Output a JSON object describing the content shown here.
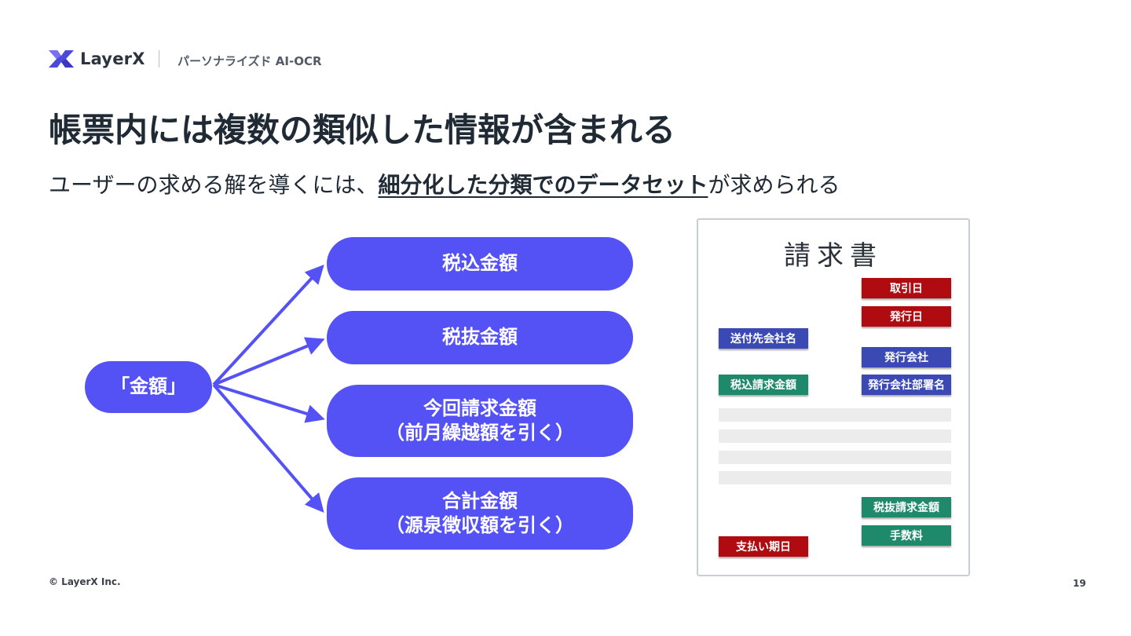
{
  "header": {
    "logo_text": "LayerX",
    "product_name": "パーソナライズド AI-OCR"
  },
  "slide": {
    "title": "帳票内には複数の類似した情報が含まれる",
    "subtitle_prefix": "ユーザーの求める解を導くには、",
    "subtitle_emphasis": "細分化した分類でのデータセット",
    "subtitle_suffix": "が求められる"
  },
  "diagram": {
    "source_label": "「金額」",
    "targets": [
      {
        "line1": "税込金額",
        "line2": ""
      },
      {
        "line1": "税抜金額",
        "line2": ""
      },
      {
        "line1": "今回請求金額",
        "line2": "（前月繰越額を引く）"
      },
      {
        "line1": "合計金額",
        "line2": "（源泉徴収額を引く）"
      }
    ],
    "colors": {
      "accent": "#5552f5"
    }
  },
  "invoice": {
    "title": "請求書",
    "tags": {
      "transaction_date": "取引日",
      "issue_date": "発行日",
      "recipient_company": "送付先会社名",
      "issuer_company": "発行会社",
      "tax_incl_amount": "税込請求金額",
      "issuer_department": "発行会社部署名",
      "tax_excl_amount": "税抜請求金額",
      "fee": "手数料",
      "payment_due_date": "支払い期日"
    },
    "colors": {
      "red": "#b00b10",
      "blue": "#3b49b5",
      "green": "#1e8a6b"
    }
  },
  "footer": {
    "copyright": "© LayerX Inc.",
    "page_number": "19"
  }
}
